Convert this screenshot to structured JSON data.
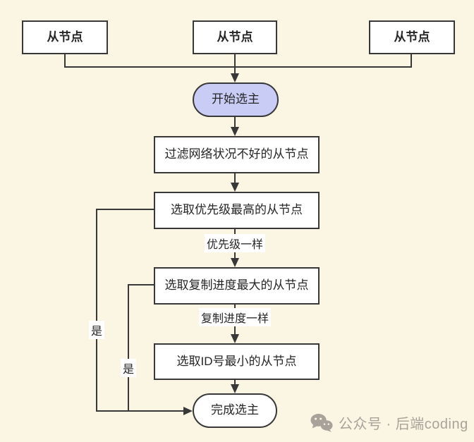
{
  "diagram_title": "Redis slave node leader election flow",
  "colors": {
    "background": "#fbf6e3",
    "node_fill": "#ffffff",
    "start_node_fill": "#c9ccf4",
    "line": "#383838",
    "text": "#262626",
    "watermark": "#a9a29a"
  },
  "nodes": {
    "slave1": {
      "label": "从节点"
    },
    "slave2": {
      "label": "从节点"
    },
    "slave3": {
      "label": "从节点"
    },
    "start": {
      "label": "开始选主"
    },
    "filter": {
      "label": "过滤网络状况不好的从节点"
    },
    "priority": {
      "label": "选取优先级最高的从节点"
    },
    "replication": {
      "label": "选取复制进度最大的从节点"
    },
    "smallest_id": {
      "label": "选取ID号最小的从节点"
    },
    "finish": {
      "label": "完成选主"
    }
  },
  "edges": {
    "priority_same": {
      "label": "优先级一样"
    },
    "replication_same": {
      "label": "复制进度一样"
    },
    "yes_from_priority": {
      "label": "是"
    },
    "yes_from_replication": {
      "label": "是"
    }
  },
  "watermark": {
    "icon": "wechat-icon",
    "text": "公众号 · 后端coding"
  }
}
